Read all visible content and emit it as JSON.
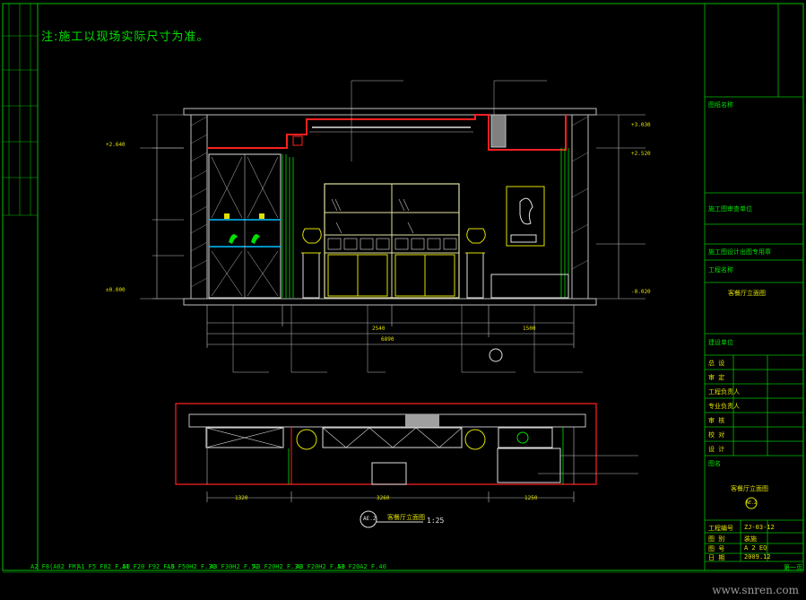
{
  "note": "注:施工以现场实际尺寸为准。",
  "section_title": "客餐厅立面图",
  "section_bubble": "AE.2",
  "section_scale": "1:25",
  "watermark": "www.snren.com",
  "heights_left": {
    "top": "+2.640",
    "bottom": "±0.000"
  },
  "heights_right": {
    "top": "+3.030",
    "mid": "+2.520",
    "bottom": "-0.020"
  },
  "dims_bottom": [
    "2540",
    "1500",
    "6890"
  ],
  "plan_dims": [
    "1320",
    "3260",
    "1250"
  ],
  "title_block": {
    "lines": [
      "图纸名称",
      "施工图审查单位",
      "施工图设计出图专用章",
      "工程名称",
      "客餐厅立面图",
      "建设单位"
    ],
    "rows": [
      "总 设",
      "审 定",
      "工程负责人",
      "专业负责人",
      "审 核",
      "校 对",
      "设 计"
    ],
    "drawing_label": "图名",
    "drawing_name": "客餐厅立面图",
    "drawing_code": "AE.2",
    "info": [
      {
        "label": "工程编号",
        "value": "ZJ-03-12"
      },
      {
        "label": "图 别",
        "value": "装施"
      },
      {
        "label": "图 号",
        "value": "A 2 EQ"
      },
      {
        "label": "日 期",
        "value": "2009.12"
      }
    ],
    "sheet": "第一页"
  },
  "bottom_strip": [
    "A2 F8(A02 FM)",
    "A1 F5 F82 F.50",
    "A1 F20 F92 F.6",
    "A3 F50H2 F.30",
    "A3 F30H2 F.51",
    "A3 F20H2 F.30",
    "A3 F20H2 F.50",
    "A3 F20A2 F.40"
  ]
}
